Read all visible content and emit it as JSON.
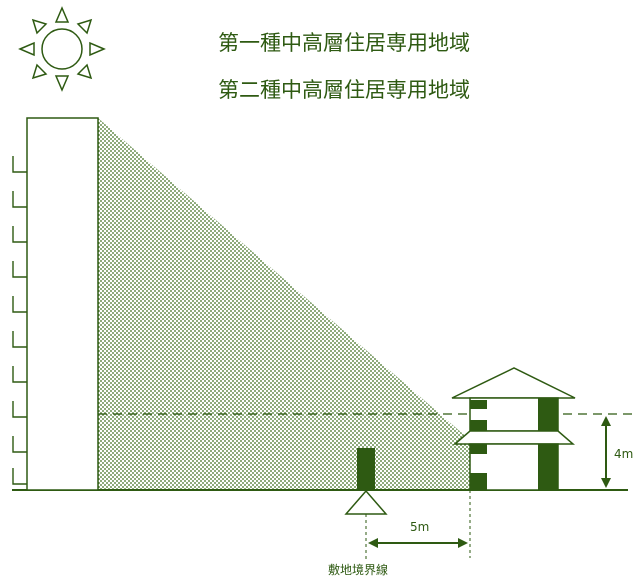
{
  "zone_titles": [
    "第一種中高層住居専用地域",
    "第二種中高層住居専用地域"
  ],
  "labels": {
    "height": "4m",
    "distance": "5m",
    "boundary": "敷地境界線"
  },
  "colors": {
    "ink": "#2e5a12",
    "shadow_dot": "#3c6c1c"
  },
  "icons": {
    "sun": "sun-icon",
    "boundary_marker": "triangle-marker-icon"
  }
}
